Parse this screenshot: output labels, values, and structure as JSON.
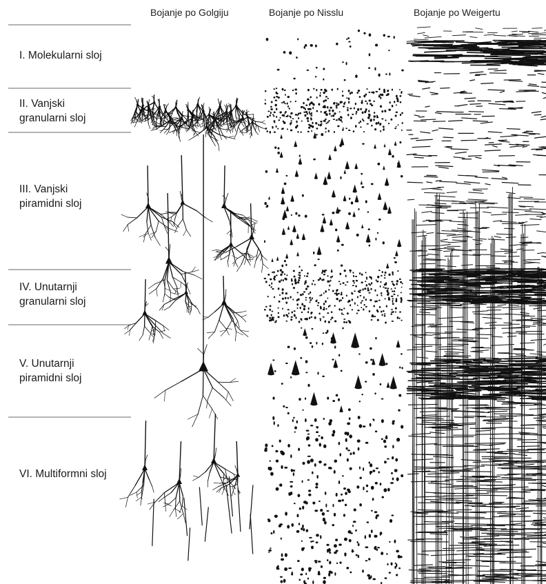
{
  "columns": {
    "golgi": "Bojanje po Golgiju",
    "nissl": "Bojanje po Nisslu",
    "weigert": "Bojanje po Weigertu"
  },
  "layers": [
    {
      "line1": "I. Molekularni sloj",
      "line2": ""
    },
    {
      "line1": "II. Vanjski",
      "line2": "granularni sloj"
    },
    {
      "line1": "III. Vanjski",
      "line2": "piramidni sloj"
    },
    {
      "line1": "IV. Unutarnji",
      "line2": "granularni sloj"
    },
    {
      "line1": "V. Unutarnji",
      "line2": "piramidni sloj"
    },
    {
      "line1": "VI. Multiformni sloj",
      "line2": ""
    }
  ],
  "colors": {
    "ink": "#111111",
    "divider": "#9a9a9a"
  }
}
